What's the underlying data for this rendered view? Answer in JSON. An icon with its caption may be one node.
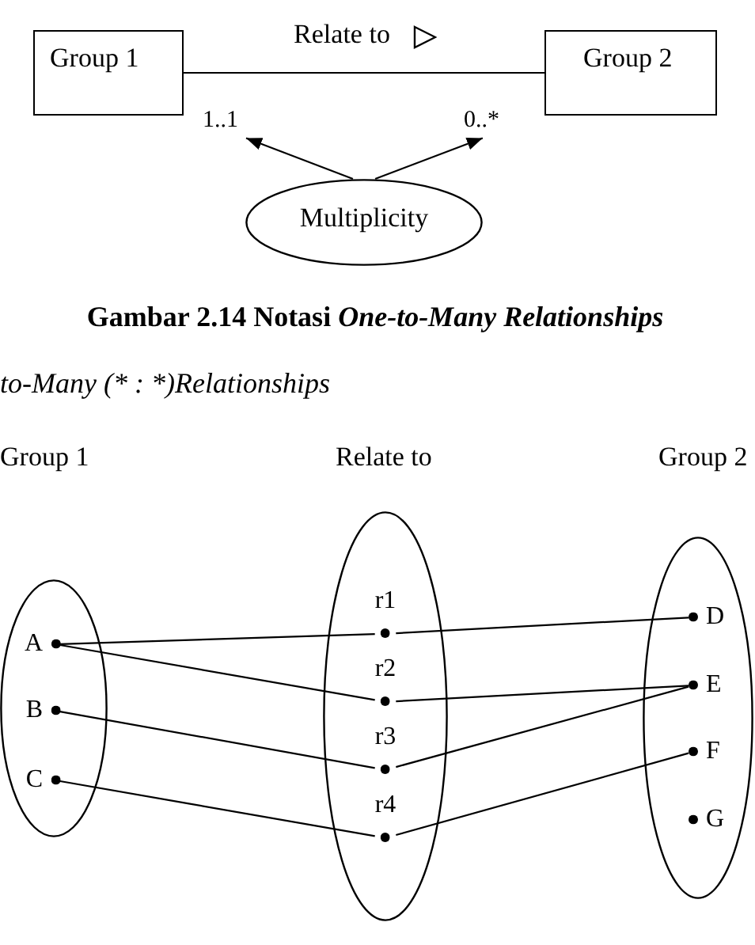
{
  "diagram": {
    "caption": "Gambar 2.14 Notasi *One-to-Many Relationships*",
    "nodes": [
      {
        "text": [
          "Group 1"
        ]
      },
      {
        "text": [
          "Group 2"
        ]
      },
      {
        "text": [
          "1..1"
        ]
      },
      {
        "text": [
          "0..*"
        ]
      },
      {
        "text": [
          "Multiplicity"
        ]
      },
      {
        "text": [],
        "shape": "ellipse"
      },
      {
        "text": [
          "A"
        ],
        "in": 5
      },
      {
        "text": [
          "B"
        ],
        "in": 5
      },
      {
        "text": [
          "C"
        ],
        "in": 5
      },
      {
        "text": [],
        "shape": "ellipse"
      },
      {
        "text": [
          "r1"
        ],
        "in": 9
      },
      {
        "text": [
          "r2"
        ],
        "in": 9
      },
      {
        "text": [
          "r3"
        ],
        "in": 9
      },
      {
        "text": [
          "r4"
        ],
        "in": 9
      },
      {
        "text": [],
        "shape": "ellipse"
      },
      {
        "text": [
          "D"
        ],
        "in": 14
      },
      {
        "text": [
          "E"
        ],
        "in": 14
      },
      {
        "text": [
          "F"
        ],
        "in": 14
      },
      {
        "text": [
          "G"
        ],
        "in": 14
      }
    ],
    "edges": [
      {
        "from": 0,
        "to": 1,
        "arrow": "none",
        "label": "Relate to"
      },
      {
        "from": 4,
        "to": 2,
        "arrow": "to"
      },
      {
        "from": 4,
        "to": 3,
        "arrow": "to"
      },
      {
        "from": 6,
        "to": 10,
        "arrow": "none"
      },
      {
        "from": 10,
        "to": 15,
        "arrow": "none"
      },
      {
        "from": 6,
        "to": 11,
        "arrow": "none"
      },
      {
        "from": 11,
        "to": 16,
        "arrow": "none"
      },
      {
        "from": 7,
        "to": 12,
        "arrow": "none"
      },
      {
        "from": 12,
        "to": 16,
        "arrow": "none"
      },
      {
        "from": 8,
        "to": 13,
        "arrow": "none"
      },
      {
        "from": 13,
        "to": 17,
        "arrow": "none"
      }
    ],
    "labels": [
      "to-Many (* : *)Relationships",
      "Group 1",
      "Relate to",
      "Group 2"
    ]
  }
}
